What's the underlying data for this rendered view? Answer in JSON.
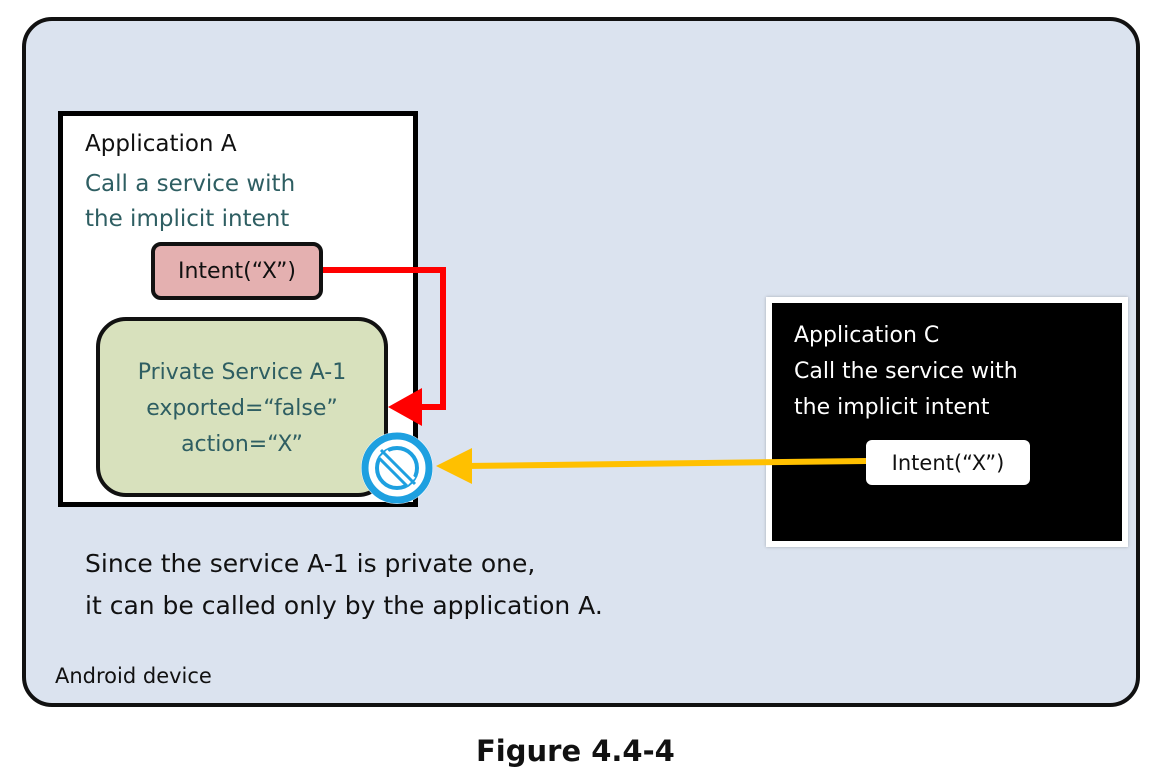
{
  "figure": {
    "caption": "Figure 4.4-4",
    "device_label": "Android device",
    "note_lines": [
      "Since the service A-1 is private one,",
      "it can be called only by the application A."
    ]
  },
  "application_a": {
    "title": "Application A",
    "desc_lines": [
      "Call a service with",
      "the implicit intent"
    ],
    "intent_label": "Intent(“X”)",
    "service": {
      "lines": [
        "Private Service A-1",
        "exported=“false”",
        "action=“X”"
      ]
    }
  },
  "application_c": {
    "title": "Application C",
    "desc_lines": [
      "Call the service with",
      "the implicit intent"
    ],
    "intent_label": "Intent(“X”)"
  },
  "arrows": {
    "allowed_color": "#ff0000",
    "blocked_color": "#ffc000",
    "blocked_icon": "prohibited-icon",
    "blocked_icon_color": "#1ea0e0"
  },
  "colors": {
    "device_bg": "#dbe3ef",
    "intent_a_bg": "#e4b0b0",
    "service_bg": "#d8e1bd",
    "teal_text": "#2e5e62"
  }
}
